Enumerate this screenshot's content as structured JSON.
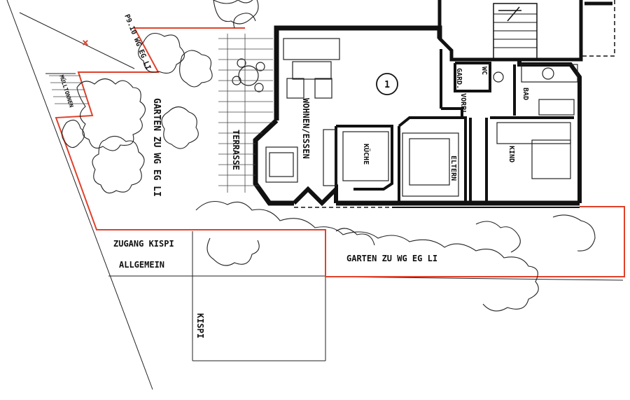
{
  "plan": {
    "unit_number": "1",
    "top_label": "P9.10 WG EG LI",
    "x_mark": "×",
    "rooms": {
      "wohnen_essen": "WOHNEN/ESSEN",
      "terrasse": "TERRASSE",
      "kueche": "KÜCHE",
      "eltern": "ELTERN",
      "kind": "KIND",
      "bad": "BAD",
      "wc": "WC",
      "gard": "GARD.",
      "vorpl": "VORPL."
    },
    "areas": {
      "garten_left": "GARTEN ZU WG EG LI",
      "garten_bottom": "GARTEN ZU WG EG LI",
      "muelltonnen": "MÜLLTONNEN",
      "zugang_line1": "ZUGANG KISPI",
      "zugang_line2": "ALLGEMEIN",
      "kispi": "KISPI"
    }
  },
  "colors": {
    "boundary": "#e0412b",
    "wall": "#111111",
    "line": "#222222"
  }
}
